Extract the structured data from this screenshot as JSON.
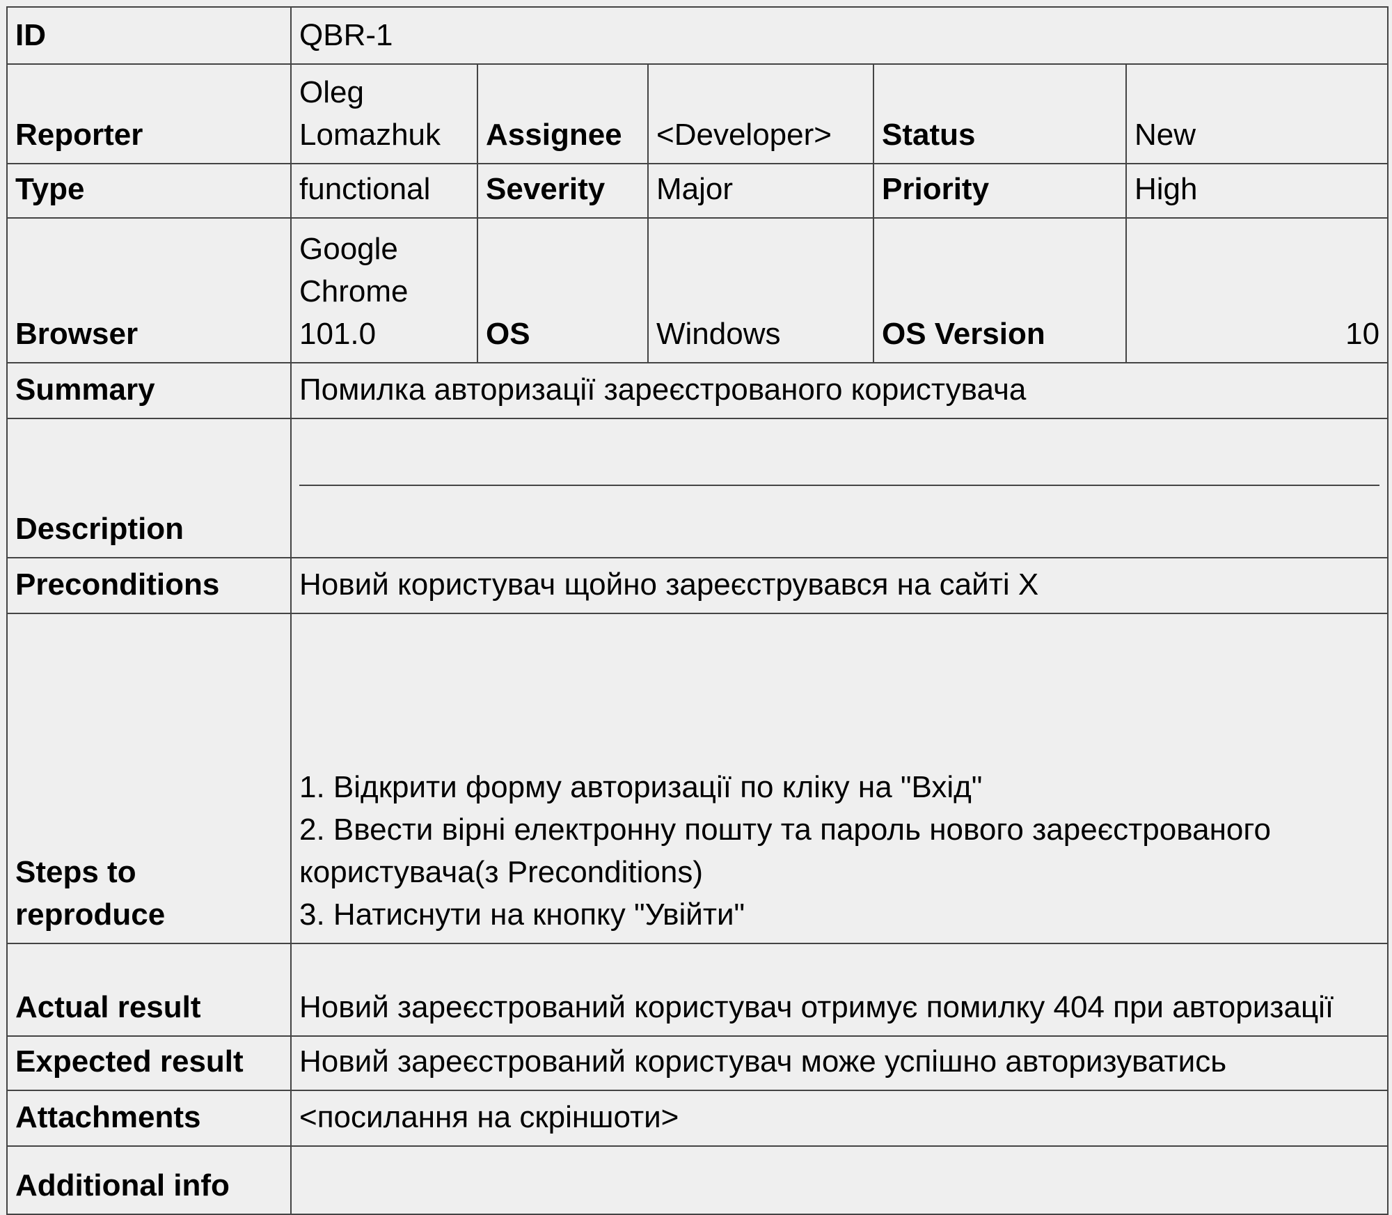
{
  "id": {
    "label": "ID",
    "value": "QBR-1"
  },
  "reporter": {
    "label": "Reporter",
    "value": "Oleg Lomazhuk"
  },
  "assignee": {
    "label": "Assignee",
    "value": "<Developer>"
  },
  "status": {
    "label": "Status",
    "value": "New"
  },
  "type": {
    "label": "Type",
    "value": "functional"
  },
  "severity": {
    "label": "Severity",
    "value": "Major"
  },
  "priority": {
    "label": "Priority",
    "value": "High"
  },
  "browser": {
    "label": "Browser",
    "value": "Google Chrome 101.0"
  },
  "os": {
    "label": "OS",
    "value": "Windows"
  },
  "os_version": {
    "label": "OS Version",
    "value": "10"
  },
  "summary": {
    "label": "Summary",
    "value": "Помилка авторизації зареєстрованого користувача"
  },
  "description": {
    "label": "Description",
    "lines": [
      "",
      ""
    ]
  },
  "preconditions": {
    "label": "Preconditions",
    "value": "Новий користувач щойно зареєструвався на сайті X"
  },
  "steps": {
    "label": "Steps to reproduce",
    "items": [
      "1. Відкрити форму авторизації по кліку на \"Вхід\"",
      "2. Ввести вірні електронну пошту та пароль нового зареєстрованого користувача(з Preconditions)",
      "3. Натиснути на кнопку \"Увійти\""
    ]
  },
  "actual_result": {
    "label": "Actual result",
    "value": "Новий зареєстрований користувач отримує помилку 404 при авторизації"
  },
  "expected_result": {
    "label": "Expected result",
    "value": "Новий зареєстрований користувач може успішно авторизуватись"
  },
  "attachments": {
    "label": "Attachments",
    "value": "<посилання на скріншоти>"
  },
  "additional_info": {
    "label": "Additional info",
    "value": ""
  }
}
